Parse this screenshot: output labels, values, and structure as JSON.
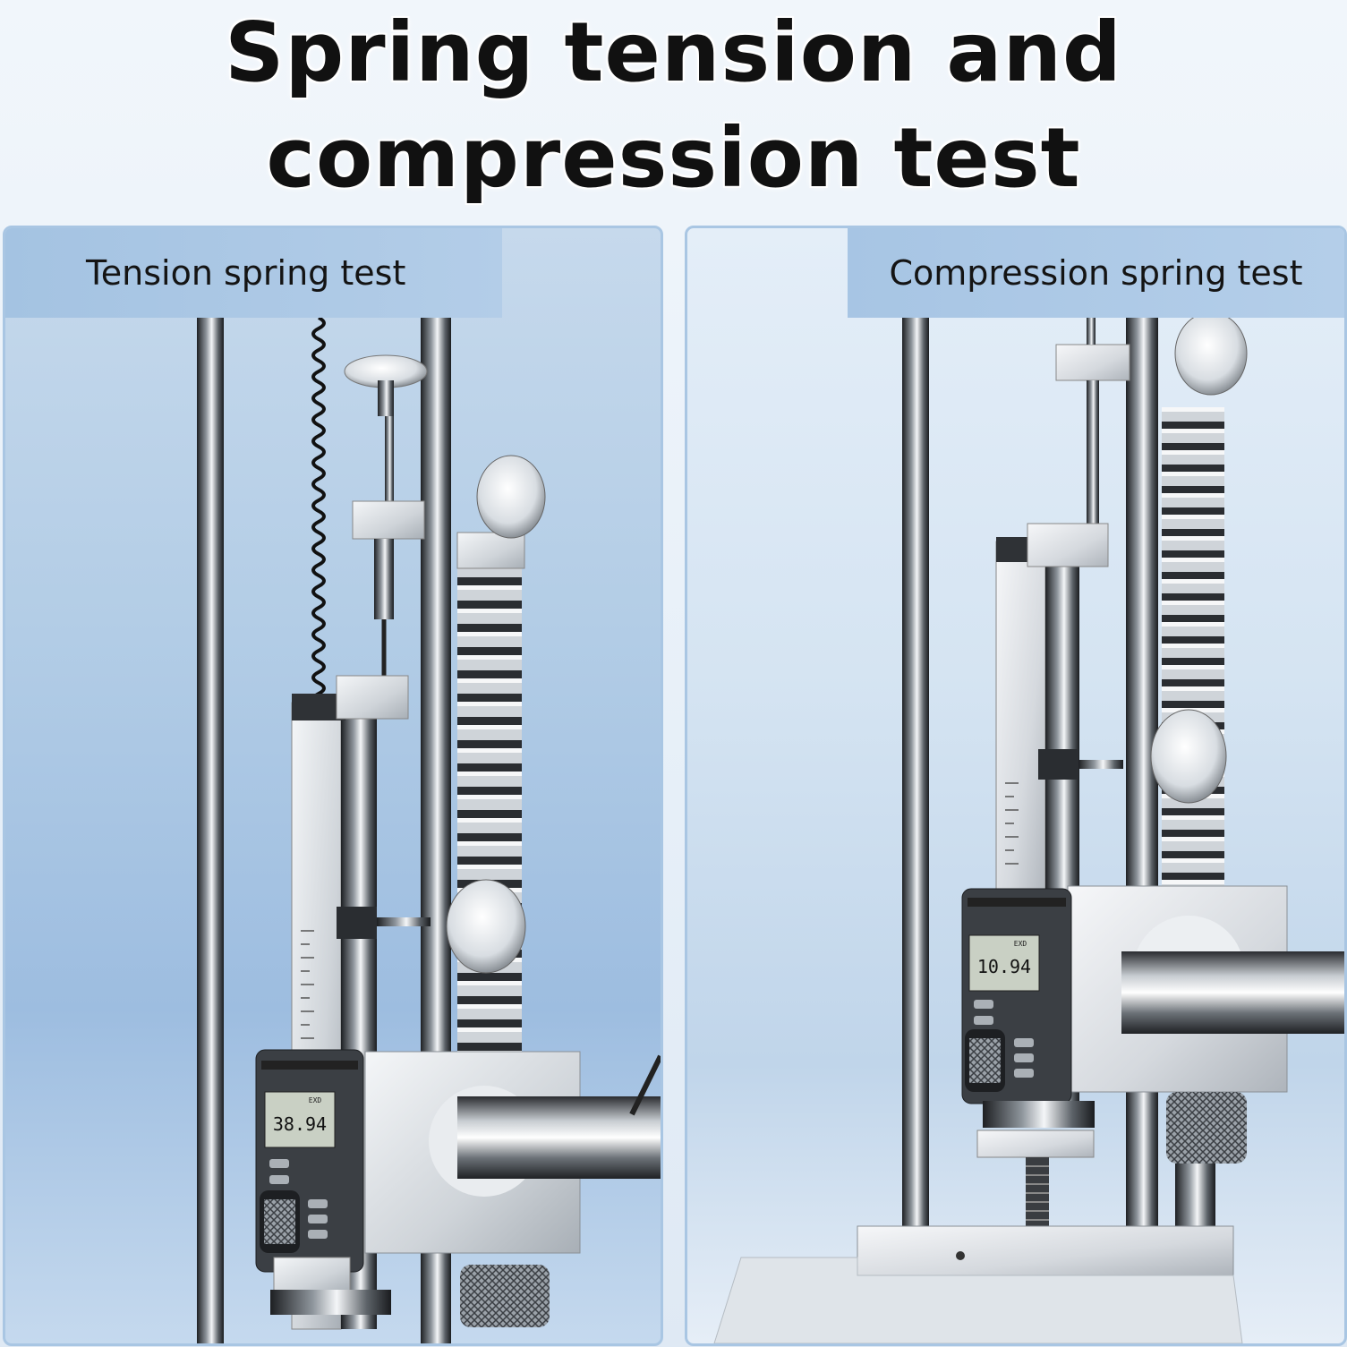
{
  "title": {
    "line1": "Spring tension and",
    "line2": "compression test"
  },
  "panels": [
    {
      "label": "Tension spring test",
      "display_reading": "38.94",
      "display_unit": "EXD"
    },
    {
      "label": "Compression spring test",
      "display_reading": "10.94",
      "display_unit": "EXD"
    }
  ],
  "colors": {
    "label_bg": "#a9c6e3",
    "panel_border": "#a9c6e3",
    "metal_light": "#eef1f4",
    "metal_dark": "#2a2d31"
  }
}
